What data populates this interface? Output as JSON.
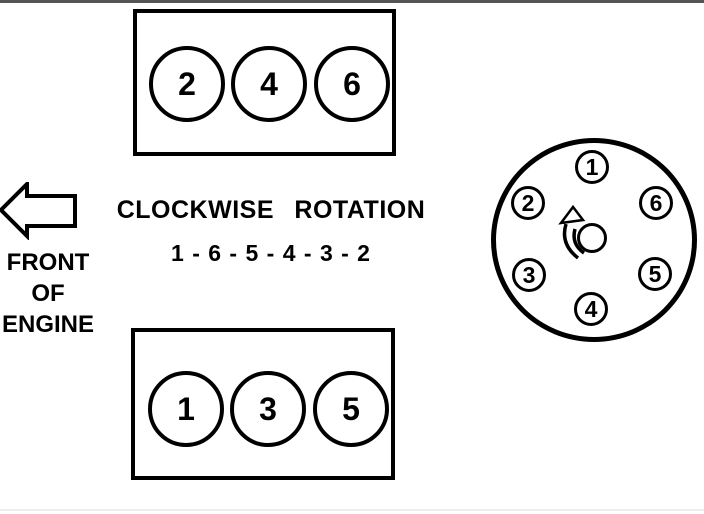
{
  "page": {
    "background_color": "#ffffff",
    "top_rule_color": "#555555",
    "bottom_rule_color": "#ececec",
    "ink_color": "#000000"
  },
  "engine_diagram": {
    "rotation_label": "CLOCKWISE ROTATION",
    "firing_order": "1 - 6 - 5 - 4 - 3 - 2",
    "front_label": {
      "line1": "FRONT",
      "line2": "OF",
      "line3": "ENGINE"
    },
    "top_bank": {
      "cylinders": [
        "2",
        "4",
        "6"
      ]
    },
    "bottom_bank": {
      "cylinders": [
        "1",
        "3",
        "5"
      ]
    },
    "distributor": {
      "rotation_direction": "clockwise",
      "positions": [
        {
          "number": "1",
          "location": "top"
        },
        {
          "number": "2",
          "location": "upper-left"
        },
        {
          "number": "6",
          "location": "upper-right"
        },
        {
          "number": "3",
          "location": "lower-left"
        },
        {
          "number": "5",
          "location": "lower-right"
        },
        {
          "number": "4",
          "location": "bottom"
        }
      ]
    },
    "icons": {
      "front_arrow": "left-block-arrow",
      "rotor_arrow": "clockwise-rotation-arrow"
    }
  }
}
